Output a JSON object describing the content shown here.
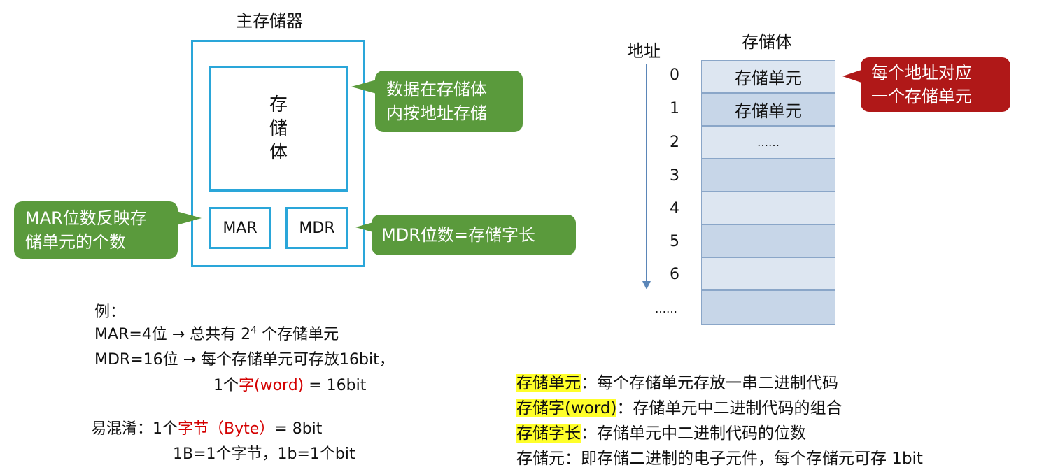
{
  "main_memory": {
    "title": "主存储器",
    "bank_label": [
      "存",
      "储",
      "体"
    ],
    "mar": "MAR",
    "mdr": "MDR"
  },
  "callouts": {
    "bank": [
      "数据在存储体",
      "内按地址存储"
    ],
    "mar": [
      "MAR位数反映存",
      "储单元的个数"
    ],
    "mdr": "MDR位数=存储字长",
    "address": [
      "每个地址对应",
      "一个存储单元"
    ]
  },
  "storage_body": {
    "title": "存储体",
    "address_label": "地址",
    "addresses": [
      "0",
      "1",
      "2",
      "3",
      "4",
      "5",
      "6",
      "……"
    ],
    "cells": [
      "存储单元",
      "存储单元",
      "……",
      "",
      "",
      "",
      "",
      ""
    ]
  },
  "example": {
    "heading": "例：",
    "line1_a": "MAR=4位 → 总共有 2",
    "line1_sup": "4",
    "line1_b": " 个存储单元",
    "line2": "MDR=16位 → 每个存储单元可存放16bit，",
    "line3_a": "1个",
    "line3_red": "字(word)",
    "line3_b": " = 16bit",
    "confuse_a": "易混淆：1个",
    "confuse_red": "字节（Byte）",
    "confuse_b": "= 8bit",
    "confuse_line2": "1B=1个字节，1b=1个bit"
  },
  "definitions": [
    {
      "term": "存储单元",
      "desc": "：每个存储单元存放一串二进制代码",
      "highlight": true
    },
    {
      "term": "存储字(word)",
      "desc": "：存储单元中二进制代码的组合",
      "highlight": true
    },
    {
      "term": "存储字长",
      "desc": "：存储单元中二进制代码的位数",
      "highlight": true
    },
    {
      "term": "存储元",
      "desc": "：即存储二进制的电子元件，每个存储元可存 1bit",
      "highlight": false
    }
  ],
  "colors": {
    "frame_blue": "#2aa6d9",
    "callout_green": "#5a9a3c",
    "callout_red": "#b01818",
    "cell_light": "#dde6f1",
    "cell_dark": "#c7d6e8",
    "highlight": "#ffff2a",
    "term_red": "#d40000"
  }
}
